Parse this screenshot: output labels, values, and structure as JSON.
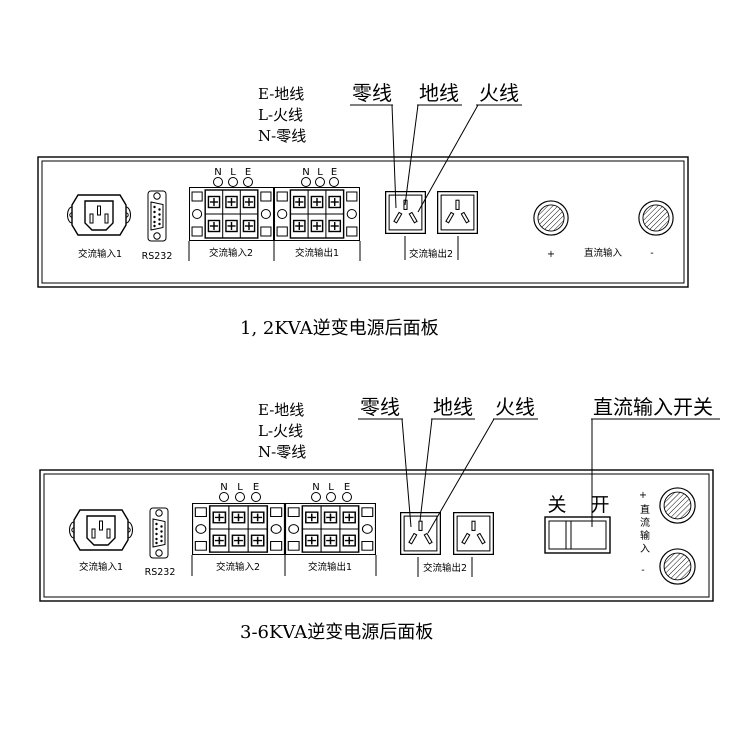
{
  "panels": [
    {
      "legend": [
        "E-地线",
        "L-火线",
        "N-零线"
      ],
      "wire_labels": {
        "neutral": "零线",
        "ground": "地线",
        "live": "火线"
      },
      "ac_input_1": "交流输入1",
      "rs232": "RS232",
      "ac_input_2": "交流输入2",
      "ac_output_1": "交流输出1",
      "ac_output_2": "交流输出2",
      "terminal_letters": [
        "N",
        "L",
        "E"
      ],
      "dc_plus": "+",
      "dc_input": "直流输入",
      "dc_minus": "-",
      "caption": "1, 2KVA逆变电源后面板"
    },
    {
      "legend": [
        "E-地线",
        "L-火线",
        "N-零线"
      ],
      "wire_labels": {
        "neutral": "零线",
        "ground": "地线",
        "live": "火线"
      },
      "dc_switch_label": "直流输入开关",
      "ac_input_1": "交流输入1",
      "rs232": "RS232",
      "ac_input_2": "交流输入2",
      "ac_output_1": "交流输出1",
      "ac_output_2": "交流输出2",
      "terminal_letters": [
        "N",
        "L",
        "E"
      ],
      "switch_off": "关",
      "switch_on": "开",
      "dc_plus": "+",
      "dc_input": "直流输入",
      "dc_minus": "-",
      "caption": "3-6KVA逆变电源后面板"
    }
  ]
}
